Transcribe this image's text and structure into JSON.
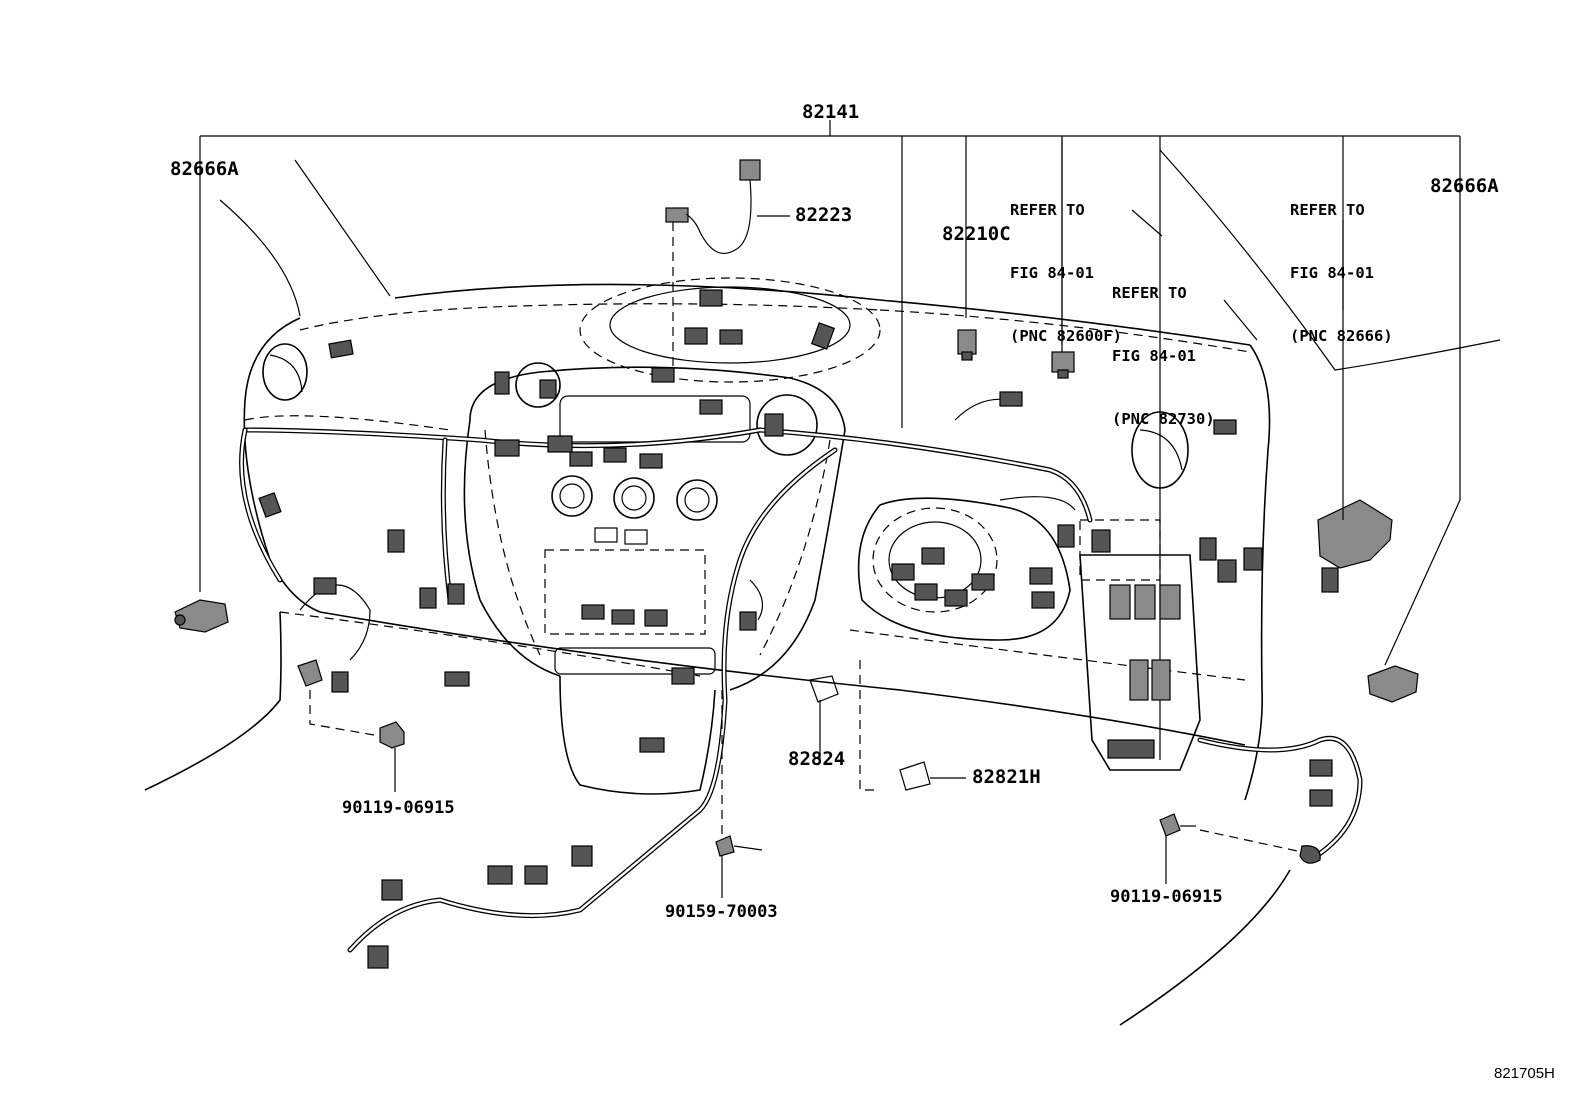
{
  "labels": {
    "main_harness": "82141",
    "clamp_left": "82666A",
    "clamp_right": "82666A",
    "sub_harness": "82223",
    "socket": "82210C",
    "ref_left": {
      "line1": "REFER TO",
      "line2": "FIG 84-01",
      "line3": "(PNC 82600F)"
    },
    "ref_mid": {
      "line1": "REFER TO",
      "line2": "FIG 84-01",
      "line3": "(PNC 82730)"
    },
    "ref_right": {
      "line1": "REFER TO",
      "line2": "FIG 84-01",
      "line3": "(PNC 82666)"
    },
    "connector_82824": "82824",
    "connector_82821H": "82821H",
    "bolt_left": "90119-06915",
    "screw": "90159-70003",
    "bolt_right": "90119-06915"
  },
  "figure_id": "821705H"
}
